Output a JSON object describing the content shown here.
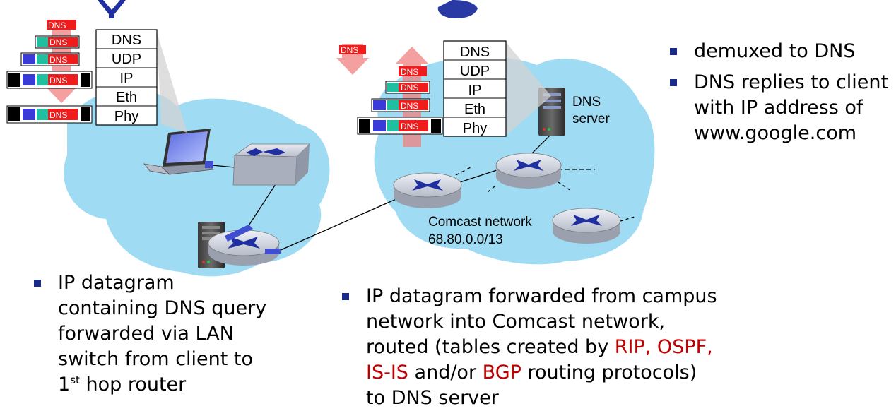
{
  "client_stack": {
    "layers": [
      "DNS",
      "UDP",
      "IP",
      "Eth",
      "Phy"
    ],
    "packet_label": "DNS"
  },
  "server_stack": {
    "layers": [
      "DNS",
      "UDP",
      "IP",
      "Eth",
      "Phy"
    ],
    "packet_label": "DNS"
  },
  "labels": {
    "dns_server": [
      "DNS",
      "server"
    ],
    "comcast_network": "Comcast network",
    "comcast_prefix": "68.80.0.0/13"
  },
  "right_bullets": {
    "b1": "demuxed to DNS",
    "b2": [
      "DNS replies to client",
      "with IP address of",
      "www.google.com"
    ]
  },
  "left_bullet": {
    "lines": [
      "IP datagram",
      "containing DNS query",
      "forwarded via LAN",
      "switch from client to"
    ],
    "last_prefix": "1",
    "last_sup": "st",
    "last_suffix": " hop router"
  },
  "middle_bullet": {
    "line1": "IP datagram forwarded from campus",
    "line2": "network into Comcast network,",
    "line3_a": "routed (tables created by ",
    "line3_b": "RIP, OSPF,",
    "line4_a": "IS-IS",
    "line4_b": " and/or ",
    "line4_c": "BGP",
    "line4_d": " routing protocols)",
    "line5": "to DNS server"
  },
  "colors": {
    "cloud": "#9fdcf4",
    "header_title": "#1f2fa0",
    "packet_red": "#ee1c1c",
    "packet_teal": "#1fbf9f",
    "packet_blue": "#3a3ad8",
    "highlight_red": "#c00000"
  }
}
